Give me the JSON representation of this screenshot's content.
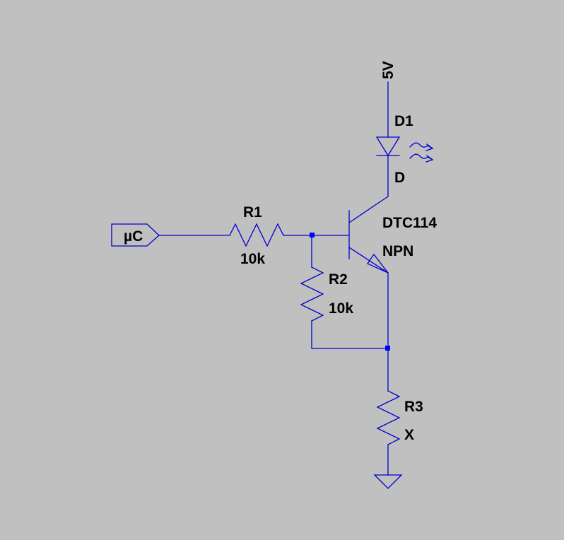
{
  "schematic": {
    "input_port": {
      "label": "µC"
    },
    "supply": {
      "label": "5V"
    },
    "r1": {
      "name": "R1",
      "value": "10k"
    },
    "r2": {
      "name": "R2",
      "value": "10k"
    },
    "r3": {
      "name": "R3",
      "value": "X"
    },
    "d1": {
      "name": "D1",
      "value": "D"
    },
    "q1": {
      "name": "DTC114",
      "value": "NPN"
    }
  },
  "colors": {
    "background": "#c0c0c0",
    "wire": "#0000cc",
    "junction": "#0000ff",
    "text": "#000000"
  }
}
